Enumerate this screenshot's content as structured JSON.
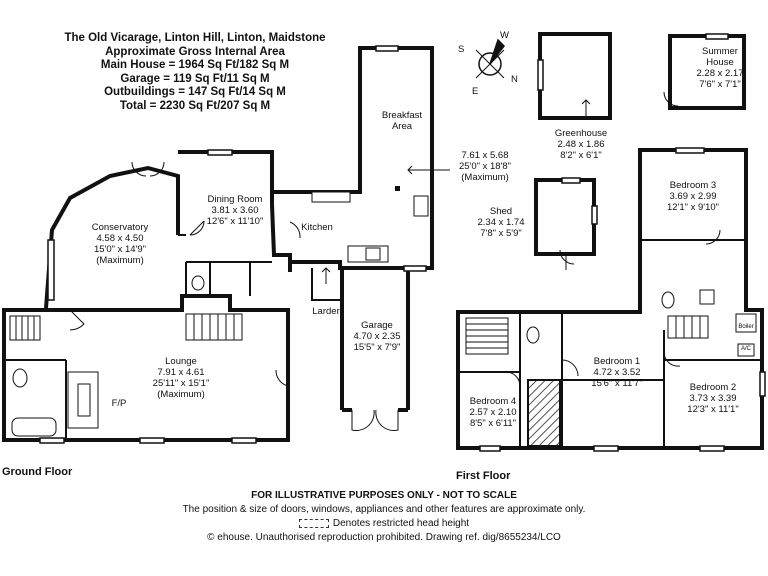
{
  "header": {
    "address": "The Old Vicarage, Linton Hill, Linton, Maidstone",
    "subtitle": "Approximate Gross Internal Area",
    "main_house": "Main House = 1964 Sq Ft/182 Sq M",
    "garage": "Garage = 119 Sq Ft/11 Sq M",
    "outbuildings": "Outbuildings = 147 Sq Ft/14 Sq M",
    "total": "Total = 2230 Sq Ft/207 Sq M"
  },
  "compass": {
    "n": "N",
    "e": "E",
    "s": "S",
    "w": "W"
  },
  "floors": {
    "ground": "Ground Floor",
    "first": "First Floor"
  },
  "rooms": {
    "conservatory": {
      "name": "Conservatory",
      "metric": "4.58 x 4.50",
      "imperial": "15'0\" x 14'9\"",
      "note": "(Maximum)"
    },
    "dining": {
      "name": "Dining Room",
      "metric": "3.81 x 3.60",
      "imperial": "12'6\" x 11'10\""
    },
    "breakfast": {
      "name": "Breakfast",
      "name2": "Area"
    },
    "kitchen_dims": {
      "metric": "7.61 x 5.68",
      "imperial": "25'0\" x 18'8\"",
      "note": "(Maximum)"
    },
    "kitchen": {
      "name": "Kitchen"
    },
    "lounge": {
      "name": "Lounge",
      "metric": "7.91 x 4.61",
      "imperial": "25'11\" x 15'1\"",
      "note": "(Maximum)"
    },
    "fp": {
      "name": "F/P"
    },
    "larder": {
      "name": "Larder"
    },
    "garage": {
      "name": "Garage",
      "metric": "4.70 x 2.35",
      "imperial": "15'5\" x 7'9\""
    },
    "greenhouse": {
      "name": "Greenhouse",
      "metric": "2.48 x 1.86",
      "imperial": "8'2\" x 6'1\""
    },
    "summer": {
      "name": "Summer",
      "name2": "House",
      "metric": "2.28 x 2.17",
      "imperial": "7'6\" x 7'1\""
    },
    "shed": {
      "name": "Shed",
      "metric": "2.34 x 1.74",
      "imperial": "7'8\" x 5'9\""
    },
    "bed3": {
      "name": "Bedroom 3",
      "metric": "3.69 x 2.99",
      "imperial": "12'1\" x 9'10\""
    },
    "bed1": {
      "name": "Bedroom 1",
      "metric": "4.72 x 3.52",
      "imperial": "15'6\" x 11'7\""
    },
    "bed2": {
      "name": "Bedroom 2",
      "metric": "3.73 x 3.39",
      "imperial": "12'3\" x 11'1\""
    },
    "bed4": {
      "name": "Bedroom 4",
      "metric": "2.57 x 2.10",
      "imperial": "8'5\" x 6'11\""
    },
    "boiler": {
      "name": "Boiler"
    },
    "ac": {
      "name": "A/C"
    }
  },
  "footer": {
    "line1": "FOR ILLUSTRATIVE PURPOSES ONLY - NOT TO SCALE",
    "line2": "The position & size of doors, windows, appliances and other features are approximate only.",
    "line3": "Denotes restricted head height",
    "line4": "© ehouse. Unauthorised reproduction prohibited. Drawing ref. dig/8655234/LCO"
  }
}
